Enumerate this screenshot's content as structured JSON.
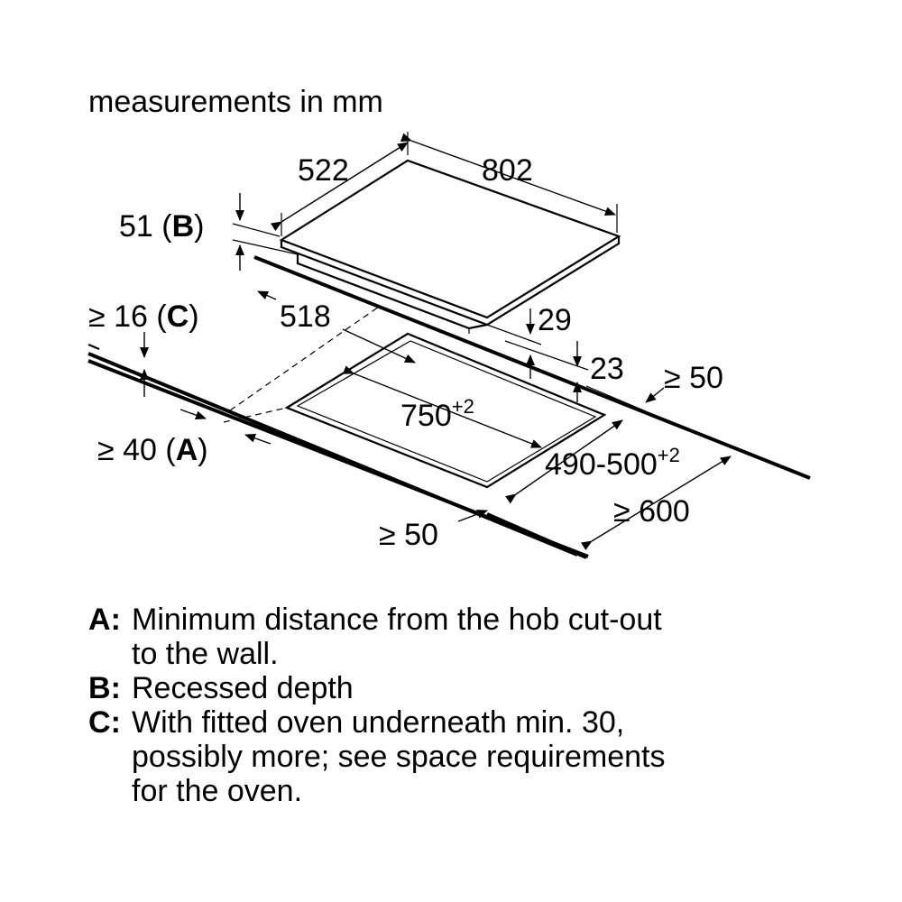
{
  "title": "measurements in mm",
  "dimensions": {
    "hob_depth": "522",
    "hob_width": "802",
    "recess_depth": "51",
    "recess_key": "B",
    "min_16": "≥ 16",
    "min_16_key": "C",
    "inner_depth": "518",
    "edge_29": "29",
    "edge_23": "23",
    "cutout_width": "750",
    "cutout_width_tol": "+2",
    "gap_right": "≥ 50",
    "wall_40": "≥ 40",
    "wall_40_key": "A",
    "cutout_depth": "490-500",
    "cutout_depth_tol": "+2",
    "worktop_depth": "≥ 600",
    "gap_front": "≥ 50"
  },
  "legend": [
    {
      "key": "A",
      "lines": [
        "Minimum distance from the hob cut-out",
        "to the wall."
      ]
    },
    {
      "key": "B",
      "lines": [
        "Recessed depth"
      ]
    },
    {
      "key": "C",
      "lines": [
        "With fitted oven underneath min. 30,",
        "possibly more; see space requirements",
        "for the oven."
      ]
    }
  ]
}
